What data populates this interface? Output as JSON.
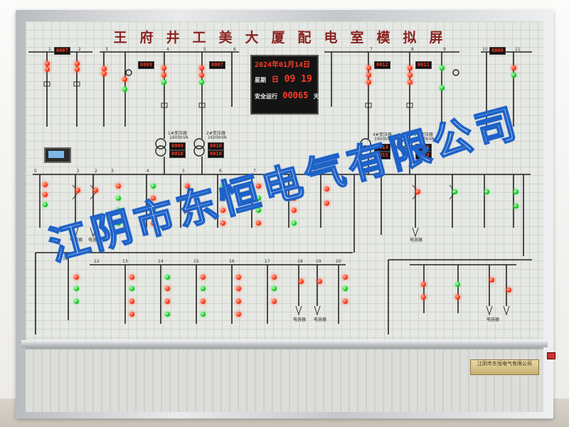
{
  "panel": {
    "title": "王府井工美大厦配电室模拟屏",
    "nameplate": "江阴市东恒电气有限公司",
    "watermark": "江阴市东恒电气有限公司"
  },
  "clock": {
    "date_line": "2024年01月14日",
    "weekday_label": "星期",
    "weekday_value": "日",
    "time": "09 19",
    "safe_label": "安全运行",
    "safe_days": "00065",
    "safe_unit": "天"
  },
  "transformers": [
    {
      "label": "1#变压器",
      "rating": "1600kVA",
      "m1": "0009",
      "m2": "0010"
    },
    {
      "label": "2#变压器",
      "rating": "1600kVA",
      "m1": "0010",
      "m2": "0010"
    },
    {
      "label": "4#变压器",
      "rating": "1600kVA",
      "m1": "0014",
      "m2": "0015"
    },
    {
      "label": "3#变压器",
      "rating": "1600kVA",
      "m1": "0016",
      "m2": "0016"
    }
  ],
  "top_meters": [
    "0007",
    "0009",
    "0007",
    "0012",
    "0011",
    "0000"
  ],
  "bay_numbers_top": [
    "1",
    "2",
    "3",
    "4",
    "5",
    "6",
    "7",
    "8",
    "9",
    "10",
    "11"
  ],
  "bay_numbers_mid": [
    "0",
    "1",
    "2",
    "3",
    "4",
    "5",
    "6",
    "7",
    "8",
    "9"
  ],
  "bay_numbers_low": [
    "11",
    "12",
    "13",
    "14",
    "15",
    "16",
    "17",
    "18",
    "19",
    "20"
  ],
  "capacitor_label": "电容器",
  "colors": {
    "led_red": "#ff3311",
    "led_green": "#15c922",
    "title": "#8a2320",
    "watermark_stroke": "#1e62c8"
  }
}
